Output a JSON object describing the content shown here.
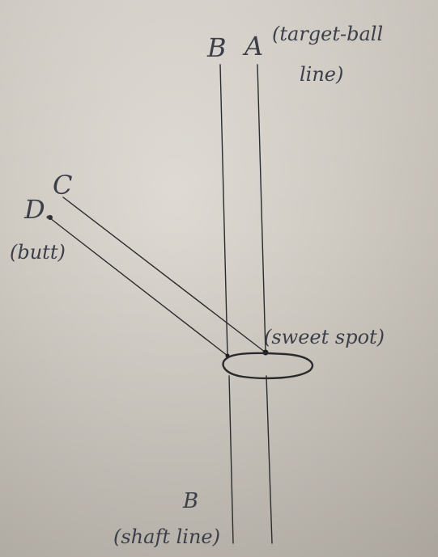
{
  "labels": {
    "b_top": "B",
    "a_top": "A",
    "target_ball_line_1": "(target-ball",
    "target_ball_line_2": "line)",
    "c": "C",
    "d": "D.",
    "butt": "(butt)",
    "sweet_spot": "(sweet spot)",
    "b_bottom": "B",
    "shaft_line": "(shaft line)"
  },
  "colors": {
    "paper": "#d2cdc5",
    "ink": "#2c2c2e",
    "pencil_text": "#3c3f4a"
  }
}
